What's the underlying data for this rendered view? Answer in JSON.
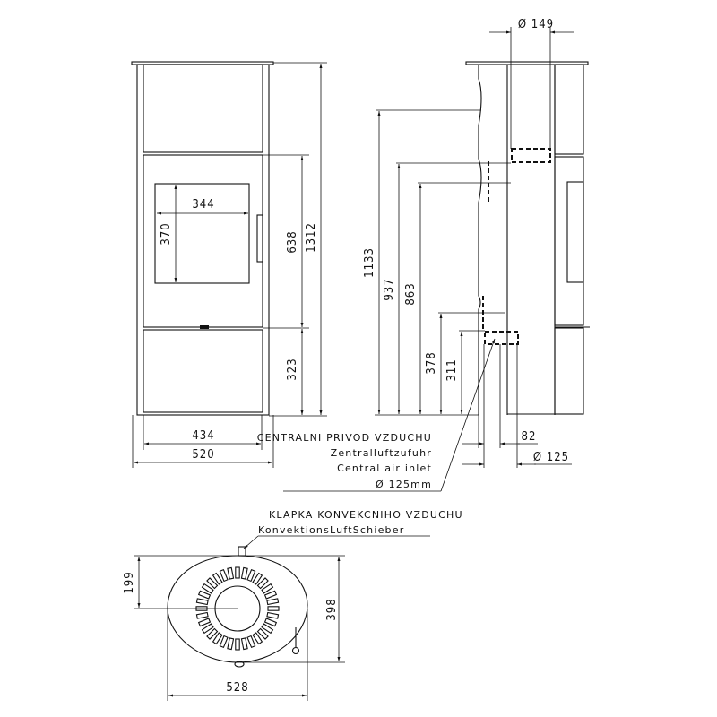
{
  "front_view": {
    "dims": {
      "top_glass_width": "344",
      "glass_height": "370",
      "door_height": "638",
      "base_height": "323",
      "total_height": "1312",
      "inner_width": "434",
      "total_width": "520"
    }
  },
  "side_view": {
    "dims": {
      "flue_diameter": "Ø 149",
      "h1133": "1133",
      "h937": "937",
      "h863": "863",
      "h378": "378",
      "h311": "311",
      "d82": "82",
      "inlet_diameter": "Ø 125"
    }
  },
  "air_inlet_label": {
    "line1": "CENTRALNI PRIVOD VZDUCHU",
    "line2": "Zentralluftzufuhr",
    "line3": "Central air inlet",
    "line4": "Ø 125mm"
  },
  "top_view": {
    "label_line1": "KLAPKA KONVEKCNIHO VZDUCHU",
    "label_line2": "KonvektionsLuftSchieber",
    "dims": {
      "center_offset": "199",
      "depth": "398",
      "width": "528"
    },
    "slot_count": 32
  }
}
